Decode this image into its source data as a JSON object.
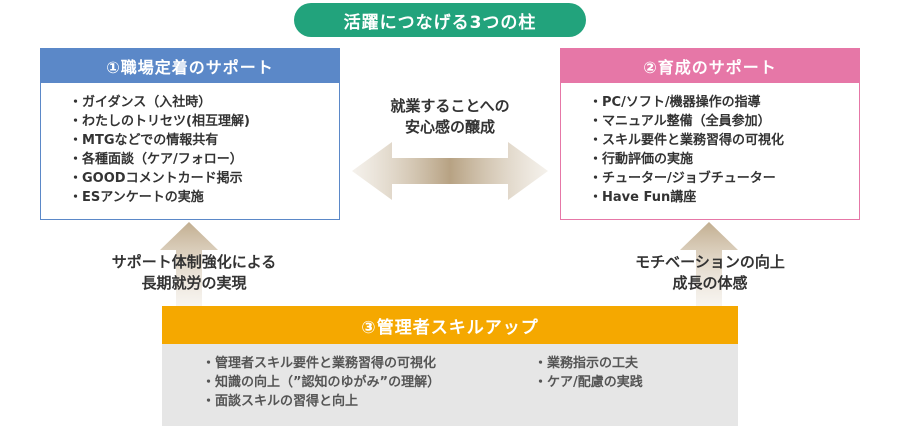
{
  "title": "活躍につなげる3つの柱",
  "pillar1": {
    "header": "①職場定着のサポート",
    "items": [
      "ガイダンス（入社時）",
      "わたしのトリセツ(相互理解)",
      "MTGなどでの情報共有",
      "各種面談（ケア/フォロー）",
      "GOODコメントカード掲示",
      "ESアンケートの実施"
    ]
  },
  "pillar2": {
    "header": "②育成のサポート",
    "items": [
      "PC/ソフト/機器操作の指導",
      "マニュアル整備（全員参加）",
      "スキル要件と業務習得の可視化",
      "行動評価の実施",
      "チューター/ジョブチューター",
      "Have Fun講座"
    ]
  },
  "center": {
    "line1": "就業することへの",
    "line2": "安心感の醸成"
  },
  "left_arrow_text": {
    "line1": "サポート体制強化による",
    "line2": "長期就労の実現"
  },
  "right_arrow_text": {
    "line1": "モチベーションの向上",
    "line2": "成長の体感"
  },
  "pillar3": {
    "header": "③管理者スキルアップ",
    "items_col1": [
      "管理者スキル要件と業務習得の可視化",
      "知識の向上（”認知のゆがみ”の理解）",
      "面談スキルの習得と向上"
    ],
    "items_col2": [
      "業務指示の工夫",
      "ケア/配慮の実践"
    ]
  },
  "colors": {
    "title_pill": "#22a37c",
    "pillar1": "#5b88c8",
    "pillar2": "#e677a7",
    "pillar3": "#f5a800",
    "pillar3_body": "#e6e6e6",
    "arrow": "#c9b89f"
  }
}
